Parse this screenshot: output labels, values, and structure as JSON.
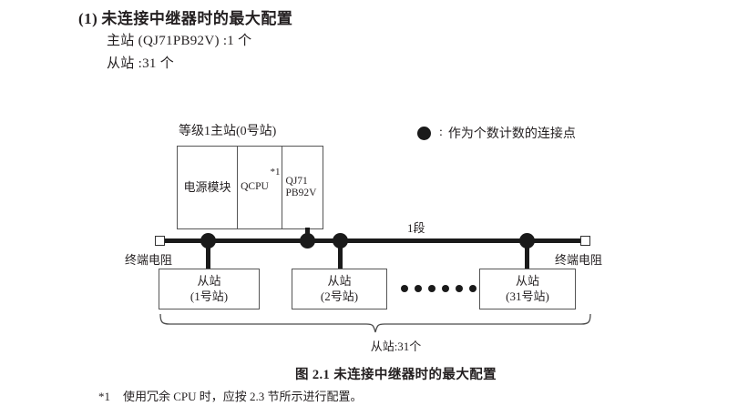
{
  "section": {
    "number": "(1)",
    "title": "未连接中继器时的最大配置",
    "lines": [
      "主站 (QJ71PB92V) :1 个",
      "从站 :31 个"
    ]
  },
  "legend": {
    "marker": "filled-circle",
    "colon": ":",
    "text": "作为个数计数的连接点"
  },
  "diagram": {
    "rack_label": "等级1主站(0号站)",
    "rack_cells": [
      {
        "label": "电源模块",
        "note": ""
      },
      {
        "label": "QCPU",
        "note": "*1"
      },
      {
        "label_line1": "QJ71",
        "label_line2": "PB92V",
        "note": ""
      }
    ],
    "segment_label": "1段",
    "terminator_left": "终端电阻",
    "terminator_right": "终端电阻",
    "slaves": [
      {
        "title": "从站",
        "station": "(1号站)"
      },
      {
        "title": "从站",
        "station": "(2号站)"
      },
      {
        "title": "从站",
        "station": "(31号站)"
      }
    ],
    "ellipsis_dots": 6,
    "brace_label": "从站:31个",
    "node_count": 4
  },
  "caption": "图 2.1  未连接中继器时的最大配置",
  "footnote": {
    "mark": "*1",
    "text": "使用冗余 CPU 时，应按 2.3 节所示进行配置。"
  },
  "colors": {
    "ink": "#231f20",
    "line": "#555555",
    "node": "#1a1a1a",
    "background": "#ffffff"
  }
}
